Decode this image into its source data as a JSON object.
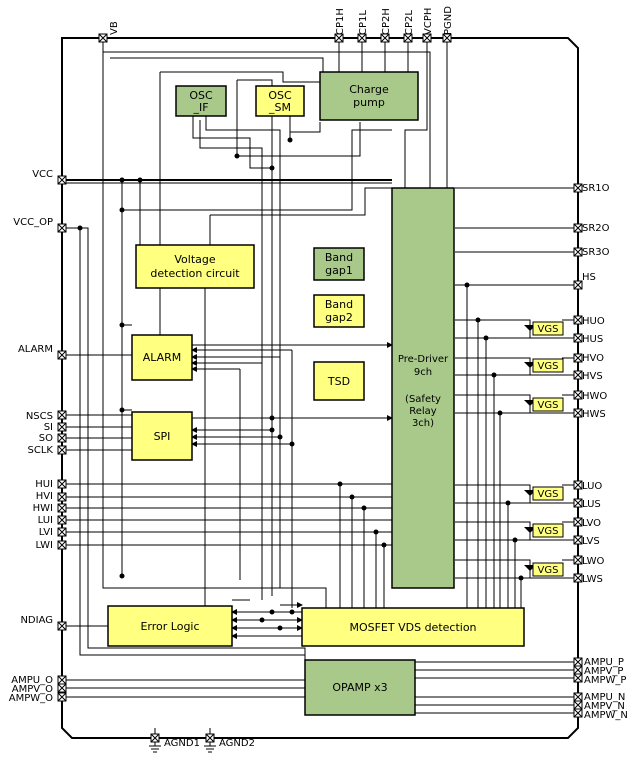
{
  "pins": {
    "vb": "VB",
    "cp1h": "CP1H",
    "cp1l": "CP1L",
    "cp2h": "CP2H",
    "cp2l": "CP2L",
    "vcph": "VCPH",
    "pgnd": "PGND",
    "vcc": "VCC",
    "vcc_op": "VCC_OP",
    "alarm": "ALARM",
    "nscs": "NSCS",
    "si": "SI",
    "so": "SO",
    "sclk": "SCLK",
    "hui": "HUI",
    "hvi": "HVI",
    "hwi": "HWI",
    "lui": "LUI",
    "lvi": "LVI",
    "lwi": "LWI",
    "ndiag": "NDIAG",
    "ampu_o": "AMPU_O",
    "ampv_o": "AMPV_O",
    "ampw_o": "AMPW_O",
    "agnd1": "AGND1",
    "agnd2": "AGND2",
    "sr1o": "SR1O",
    "sr2o": "SR2O",
    "sr3o": "SR3O",
    "hs": "HS",
    "huo": "HUO",
    "hus": "HUS",
    "hvo": "HVO",
    "hvs": "HVS",
    "hwo": "HWO",
    "hws": "HWS",
    "luo": "LUO",
    "lus": "LUS",
    "lvo": "LVO",
    "lvs": "LVS",
    "lwo": "LWO",
    "lws": "LWS",
    "ampu_p": "AMPU_P",
    "ampv_p": "AMPV_P",
    "ampw_p": "AMPW_P",
    "ampu_n": "AMPU_N",
    "ampv_n": "AMPV_N",
    "ampw_n": "AMPW_N"
  },
  "blocks": {
    "osc_if": [
      "OSC",
      "_IF"
    ],
    "osc_sm": [
      "OSC",
      "_SM"
    ],
    "charge_pump": [
      "Charge",
      "pump"
    ],
    "voltage_detection": [
      "Voltage",
      "detection circuit"
    ],
    "band_gap1": [
      "Band",
      "gap1"
    ],
    "band_gap2": [
      "Band",
      "gap2"
    ],
    "alarm": "ALARM",
    "tsd": "TSD",
    "spi": "SPI",
    "pre_driver": [
      "Pre-Driver",
      "9ch",
      "",
      "(Safety",
      "Relay",
      "3ch)"
    ],
    "error_logic": "Error Logic",
    "mosfet_vds": "MOSFET VDS detection",
    "opamp": "OPAMP x3",
    "vgs": "VGS"
  },
  "colors": {
    "yellow_block": "#ffff80",
    "green_block": "#a9c98a",
    "wire": "#000000"
  }
}
